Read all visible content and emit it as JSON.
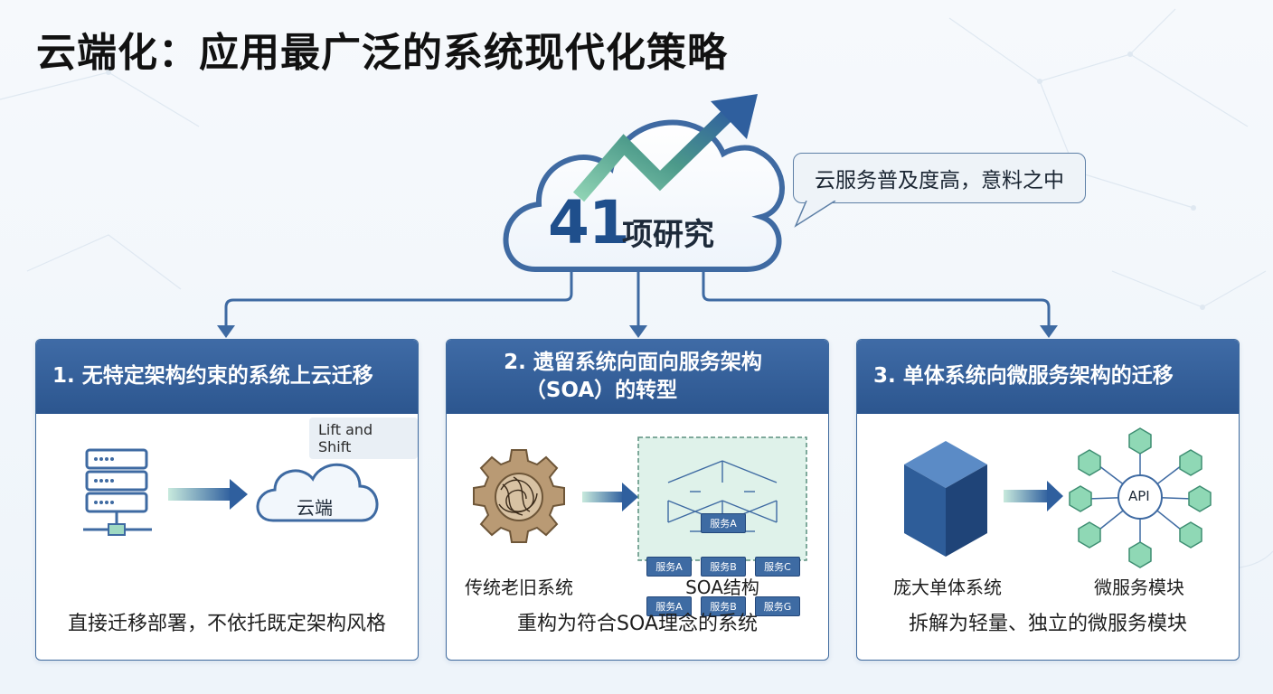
{
  "title": "云端化：应用最广泛的系统现代化策略",
  "hub": {
    "number": "41",
    "label": "项研究"
  },
  "callout": "云服务普及度高，意料之中",
  "panels": [
    {
      "heading": "1. 无特定架构约束的系统上云迁移",
      "tag": "Lift and Shift",
      "cloud_label": "云端",
      "summary": "直接迁移部署，不依托既定架构风格"
    },
    {
      "heading": "2. 遗留系统向面向服务架构（SOA）的转型",
      "heading_line1": "2. 遗留系统向面向服务架构",
      "heading_line2": "（SOA）的转型",
      "left_caption": "传统老旧系统",
      "right_caption": "SOA结构",
      "services": [
        "服务A",
        "服务A",
        "服务B",
        "服务C",
        "服务A",
        "服务B",
        "服务G"
      ],
      "summary": "重构为符合SOA理念的系统"
    },
    {
      "heading": "3. 单体系统向微服务架构的迁移",
      "left_caption": "庞大单体系统",
      "right_caption": "微服务模块",
      "api_label": "API",
      "summary": "拆解为轻量、独立的微服务模块"
    }
  ],
  "colors": {
    "primary": "#2c568f",
    "accent_green": "#5fb39a",
    "arrow_blue": "#2f5f9e"
  },
  "icons": [
    "server-icon",
    "cloud-icon",
    "gear-icon",
    "cube-icon",
    "hexagon-icon",
    "trend-arrow-icon"
  ]
}
